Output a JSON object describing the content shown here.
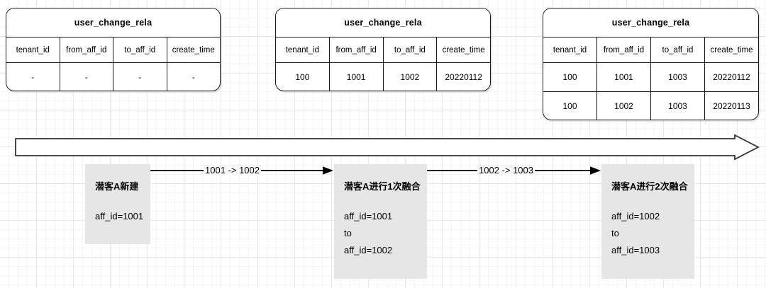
{
  "diagram": {
    "title": "user_change_rela table evolution timeline",
    "background_color": "#ffffff",
    "grid_color": "#e8e8e8",
    "box_fill": "#e6e6e6",
    "line_color": "#1a1a1a"
  },
  "tables": [
    {
      "name": "user_change_rela",
      "columns": [
        "tenant_id",
        "from_aff_id",
        "to_aff_id",
        "create_time"
      ],
      "rows": [
        [
          "-",
          "-",
          "-",
          "-"
        ]
      ]
    },
    {
      "name": "user_change_rela",
      "columns": [
        "tenant_id",
        "from_aff_id",
        "to_aff_id",
        "create_time"
      ],
      "rows": [
        [
          "100",
          "1001",
          "1002",
          "20220112"
        ]
      ]
    },
    {
      "name": "user_change_rela",
      "columns": [
        "tenant_id",
        "from_aff_id",
        "to_aff_id",
        "create_time"
      ],
      "rows": [
        [
          "100",
          "1001",
          "1003",
          "20220112"
        ],
        [
          "100",
          "1002",
          "1003",
          "20220113"
        ]
      ]
    }
  ],
  "timeline": {
    "arrow_name": "time-axis-arrow"
  },
  "stages": [
    {
      "title": "潜客A新建",
      "lines": [
        "aff_id=1001"
      ]
    },
    {
      "title": "潜客A进行1次融合",
      "lines": [
        "aff_id=1001",
        "to",
        "aff_id=1002"
      ]
    },
    {
      "title": "潜客A进行2次融合",
      "lines": [
        "aff_id=1002",
        "to",
        "aff_id=1003"
      ]
    }
  ],
  "connectors": [
    {
      "label": "1001 -> 1002"
    },
    {
      "label": "1002 -> 1003"
    }
  ]
}
